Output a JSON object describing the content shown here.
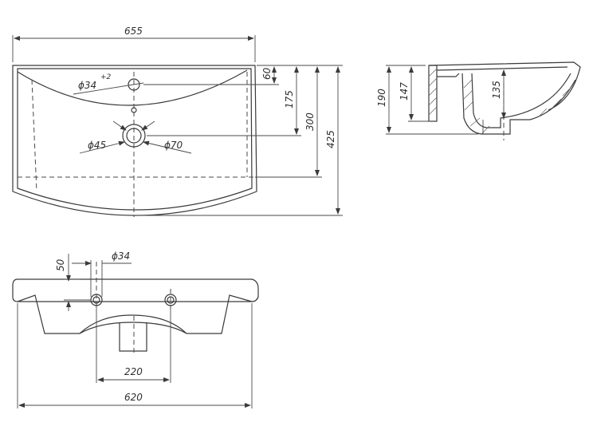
{
  "dimensions": {
    "top_width": "655",
    "faucet_hole_diameter": "ϕ34",
    "faucet_hole_tolerance": "+2",
    "drain_inner_diameter": "ϕ45",
    "drain_outer_diameter": "ϕ70",
    "rim_to_hole": "60",
    "rim_to_drain": "175",
    "bowl_depth": "300",
    "overall_depth": "425",
    "side_height": "190",
    "side_inner_height": "147",
    "side_bowl_depth": "135",
    "front_hole_offset": "50",
    "front_hole_diameter": "ϕ34",
    "front_hole_spacing": "220",
    "front_width": "620"
  },
  "colors": {
    "line": "#3a3a3a",
    "background": "#ffffff"
  }
}
